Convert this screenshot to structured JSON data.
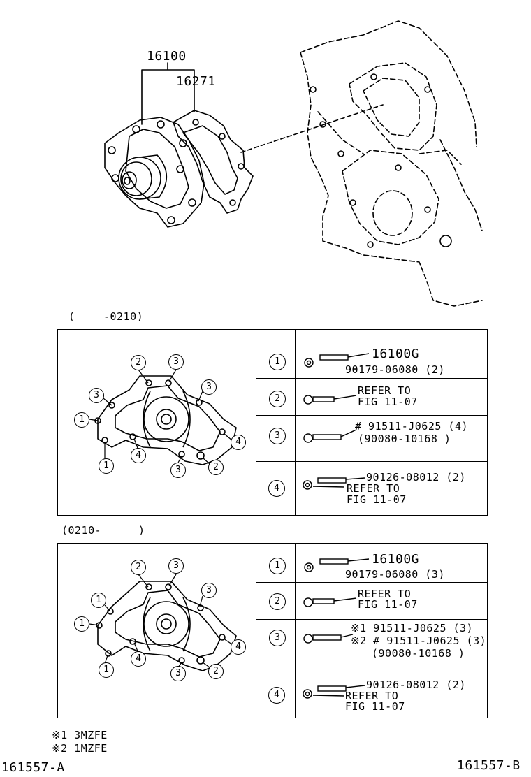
{
  "top": {
    "part_main": "16100",
    "part_gasket": "16271"
  },
  "section1": {
    "heading_open": "(",
    "heading_range": "-0210)",
    "callouts": [
      "2",
      "3",
      "3",
      "3",
      "1",
      "1",
      "4",
      "3",
      "2",
      "4"
    ],
    "rows": [
      {
        "num": "1",
        "lines": [
          "16100G",
          "90179-06080 (2)"
        ]
      },
      {
        "num": "2",
        "lines": [
          "REFER TO",
          "FIG 11-07"
        ]
      },
      {
        "num": "3",
        "lines": [
          "# 91511-J0625 (4)",
          "(90080-10168 )"
        ]
      },
      {
        "num": "4",
        "lines": [
          "90126-08012 (2)",
          "REFER TO",
          "FIG 11-07"
        ]
      }
    ]
  },
  "section2": {
    "heading_range": "(0210-",
    "heading_close": ")",
    "callouts": [
      "2",
      "3",
      "1",
      "3",
      "1",
      "4",
      "1",
      "3",
      "2",
      "4"
    ],
    "rows": [
      {
        "num": "1",
        "lines": [
          "16100G",
          "90179-06080 (3)"
        ]
      },
      {
        "num": "2",
        "lines": [
          "REFER TO",
          "FIG 11-07"
        ]
      },
      {
        "num": "3",
        "lines": [
          "※1 91511-J0625 (3)",
          "※2 # 91511-J0625 (3)",
          "(90080-10168 )"
        ]
      },
      {
        "num": "4",
        "lines": [
          "90126-08012 (2)",
          "REFER TO",
          "FIG 11-07"
        ]
      }
    ]
  },
  "notes": [
    "※1 3MZFE",
    "※2 1MZFE"
  ],
  "footer": {
    "left_code": "161557-A",
    "right_code": "161557-B"
  }
}
